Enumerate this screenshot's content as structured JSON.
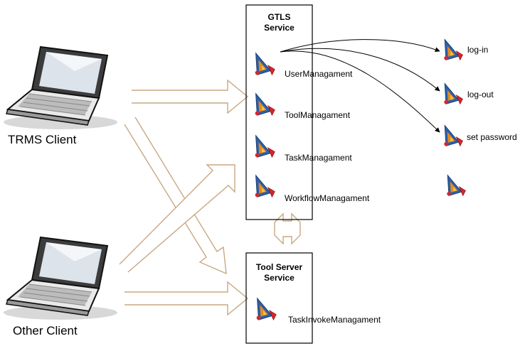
{
  "clients": [
    {
      "label": "TRMS Client"
    },
    {
      "label": "Other Client"
    }
  ],
  "gtls_box": {
    "title_line1": "GTLS",
    "title_line2": "Service",
    "services": [
      "UserManagament",
      "ToolManagament",
      "TaskManagament",
      "WorkflowManagament"
    ]
  },
  "tool_server_box": {
    "title_line1": "Tool Server",
    "title_line2": "Service",
    "services": [
      "TaskInvokeManagament"
    ]
  },
  "operations": [
    "log-in",
    "log-out",
    "set password",
    ""
  ],
  "colors": {
    "arrow_outline": "#c8a882",
    "box_border": "#000000",
    "icon_blue": "#2e5fa8",
    "icon_orange": "#e58a1f",
    "icon_red": "#d8262b"
  },
  "icons": {
    "client": "laptop-icon",
    "service": "service-component-icon"
  }
}
